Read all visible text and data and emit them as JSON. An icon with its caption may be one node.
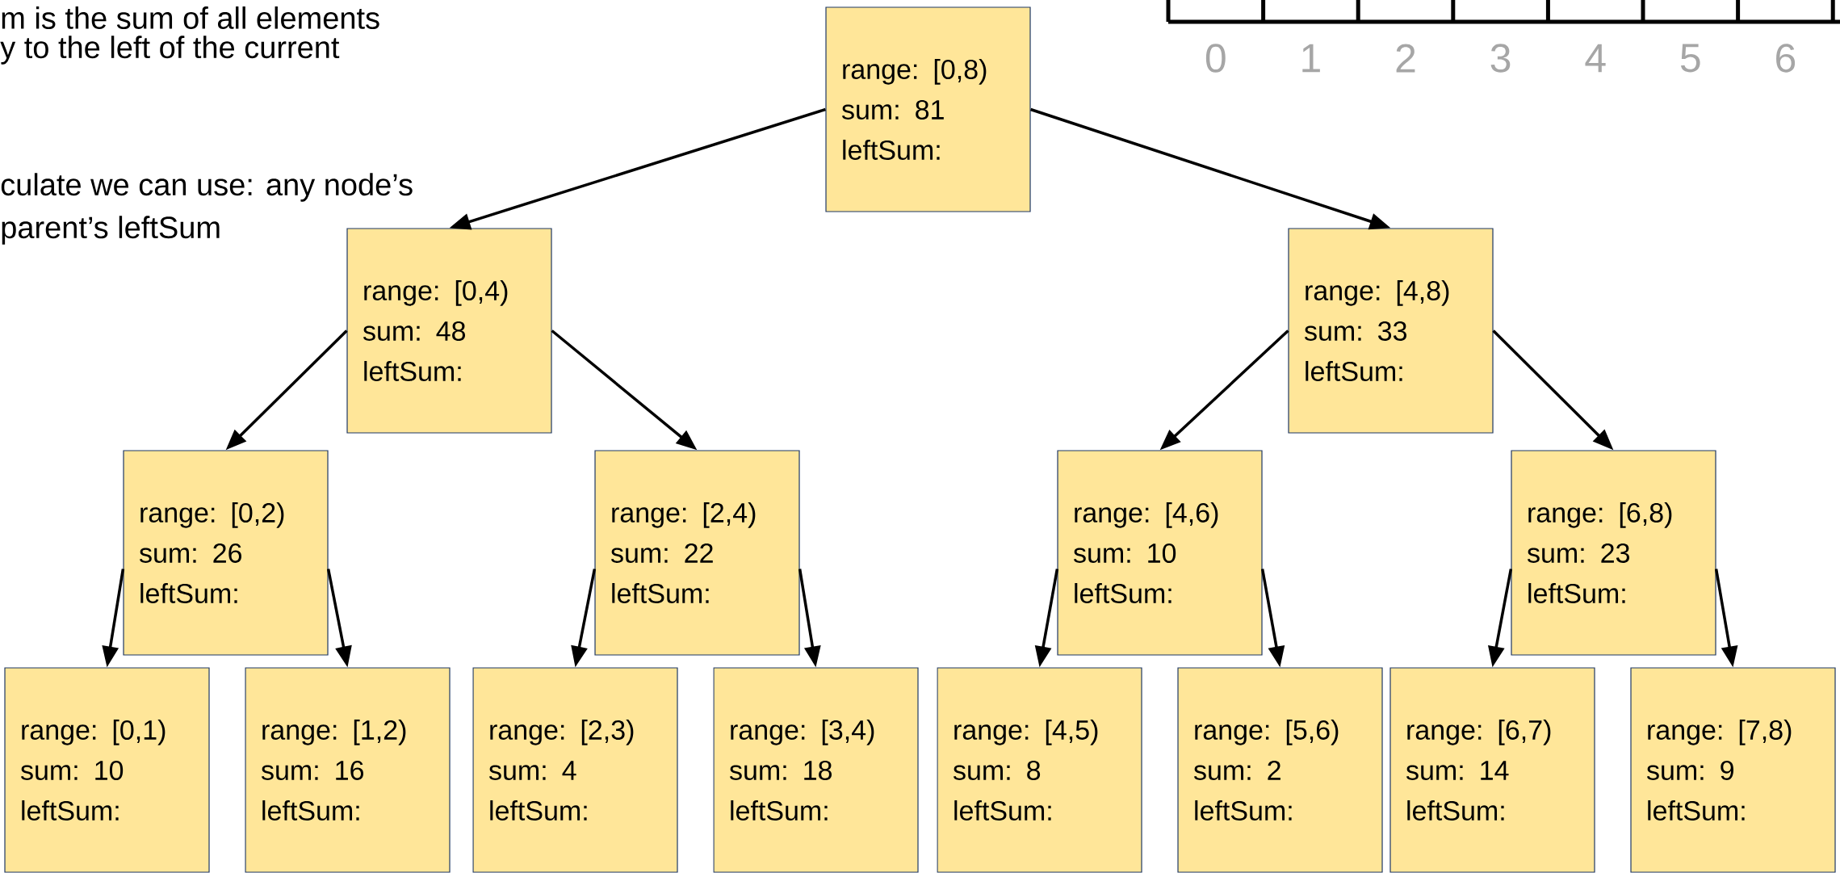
{
  "diagram": {
    "nodes": [
      {
        "text": [
          "range: [0,8)",
          "sum: 81",
          "leftSum:"
        ]
      },
      {
        "text": [
          "range: [0,4)",
          "sum: 48",
          "leftSum:"
        ]
      },
      {
        "text": [
          "range: [4,8)",
          "sum: 33",
          "leftSum:"
        ]
      },
      {
        "text": [
          "range: [0,2)",
          "sum: 26",
          "leftSum:"
        ]
      },
      {
        "text": [
          "range: [2,4)",
          "sum: 22",
          "leftSum:"
        ]
      },
      {
        "text": [
          "range: [4,6)",
          "sum: 10",
          "leftSum:"
        ]
      },
      {
        "text": [
          "range: [6,8)",
          "sum: 23",
          "leftSum:"
        ]
      },
      {
        "text": [
          "range: [0,1)",
          "sum: 10",
          "leftSum:"
        ]
      },
      {
        "text": [
          "range: [1,2)",
          "sum: 16",
          "leftSum:"
        ]
      },
      {
        "text": [
          "range: [2,3)",
          "sum: 4",
          "leftSum:"
        ]
      },
      {
        "text": [
          "range: [3,4)",
          "sum: 18",
          "leftSum:"
        ]
      },
      {
        "text": [
          "range: [4,5)",
          "sum: 8",
          "leftSum:"
        ]
      },
      {
        "text": [
          "range: [5,6)",
          "sum: 2",
          "leftSum:"
        ]
      },
      {
        "text": [
          "range: [6,7)",
          "sum: 14",
          "leftSum:"
        ]
      },
      {
        "text": [
          "range: [7,8)",
          "sum: 9",
          "leftSum:"
        ]
      }
    ],
    "edges": [
      {
        "from": 0,
        "to": 1,
        "arrow": "to"
      },
      {
        "from": 0,
        "to": 2,
        "arrow": "to"
      },
      {
        "from": 1,
        "to": 3,
        "arrow": "to"
      },
      {
        "from": 1,
        "to": 4,
        "arrow": "to"
      },
      {
        "from": 2,
        "to": 5,
        "arrow": "to"
      },
      {
        "from": 2,
        "to": 6,
        "arrow": "to"
      },
      {
        "from": 3,
        "to": 7,
        "arrow": "to"
      },
      {
        "from": 3,
        "to": 8,
        "arrow": "to"
      },
      {
        "from": 4,
        "to": 9,
        "arrow": "to"
      },
      {
        "from": 4,
        "to": 10,
        "arrow": "to"
      },
      {
        "from": 5,
        "to": 11,
        "arrow": "to"
      },
      {
        "from": 5,
        "to": 12,
        "arrow": "to"
      },
      {
        "from": 6,
        "to": 13,
        "arrow": "to"
      },
      {
        "from": 6,
        "to": 14,
        "arrow": "to"
      }
    ],
    "labels": [
      "m is the sum of all elements",
      "y to the left of the current",
      "culate we can use: any node’s",
      "parent’s leftSum",
      "0",
      "1",
      "2",
      "3",
      "4",
      "5",
      "6"
    ]
  }
}
